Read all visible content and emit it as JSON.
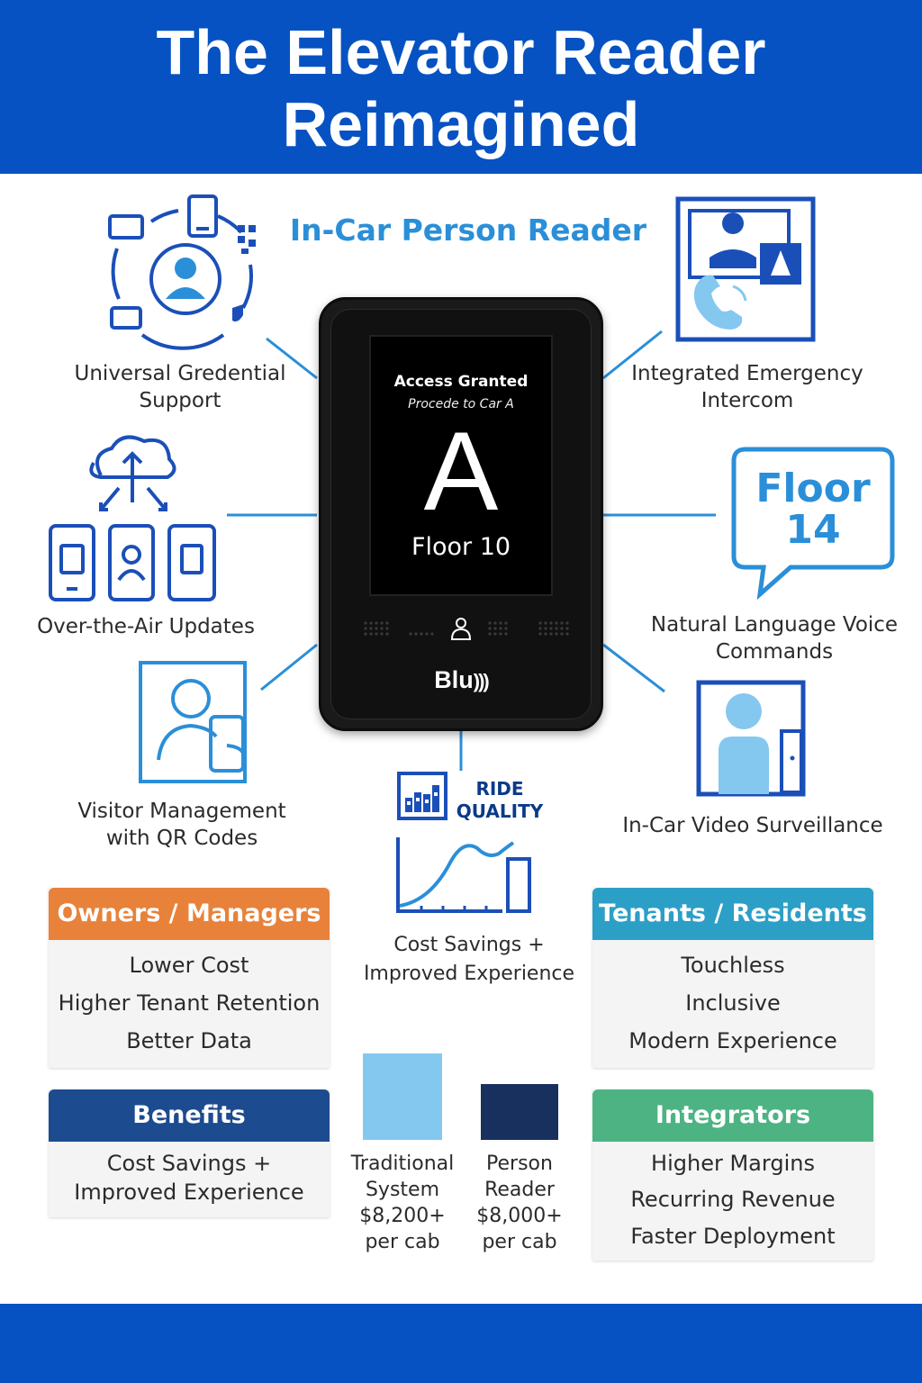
{
  "header": {
    "title_line1": "The Elevator Reader",
    "title_line2": "Reimagined"
  },
  "subhead": "In-Car Person Reader",
  "device": {
    "status": "Access Granted",
    "instruction": "Procede to Car A",
    "car_letter": "A",
    "floor": "Floor 10",
    "brand": "Blu",
    "brand_icon": "nfc-waves-icon"
  },
  "features": {
    "credential": {
      "line1": "Universal Gredential",
      "line2": "Support",
      "icon": "credential-cycle-icon"
    },
    "intercom": {
      "line1": "Integrated Emergency",
      "line2": "Intercom",
      "icon": "intercom-icon"
    },
    "ota": {
      "line1": "Over-the-Air Updates",
      "icon": "cloud-update-icon"
    },
    "voice": {
      "bubble_line1": "Floor",
      "bubble_line2": "14",
      "line1": "Natural Language Voice",
      "line2": "Commands",
      "icon": "speech-bubble-icon"
    },
    "visitor": {
      "line1": "Visitor Management",
      "line2": "with QR Codes",
      "icon": "visitor-phone-icon"
    },
    "video": {
      "line1": "In-Car Video Surveillance",
      "icon": "camera-person-icon"
    },
    "ride": {
      "line1": "RIDE",
      "line2": "QUALITY",
      "caption_line1": "Cost Savings +",
      "caption_line2": "Improved Experience",
      "icon": "ride-quality-chart-icon"
    }
  },
  "boxes": {
    "owners": {
      "title": "Owners / Managers",
      "color": "#e8823a",
      "items": [
        "Lower Cost",
        "Higher Tenant Retention",
        "Better Data"
      ]
    },
    "tenants": {
      "title": "Tenants / Residents",
      "color": "#2c9fc7",
      "items": [
        "Touchless",
        "Inclusive",
        "Modern Experience"
      ]
    },
    "benefits": {
      "title": "Benefits",
      "color": "#1d4b8f",
      "items": [
        "Cost Savings +",
        "Improved Experience"
      ]
    },
    "integrators": {
      "title": "Integrators",
      "color": "#4db383",
      "items": [
        "Higher Margins",
        "Recurring Revenue",
        "Faster Deployment"
      ]
    }
  },
  "comparison": {
    "traditional": {
      "lines": [
        "Traditional",
        "System",
        "$8,200+",
        "per cab"
      ],
      "color": "#84c8f0",
      "value": 8200
    },
    "person_reader": {
      "lines": [
        "Person",
        "Reader",
        "$8,000+",
        "per cab"
      ],
      "color": "#18305e",
      "value": 8000
    }
  },
  "colors": {
    "primary": "#0652c2",
    "icon_dark": "#1b4fb8",
    "icon_light": "#2a8fd8"
  }
}
